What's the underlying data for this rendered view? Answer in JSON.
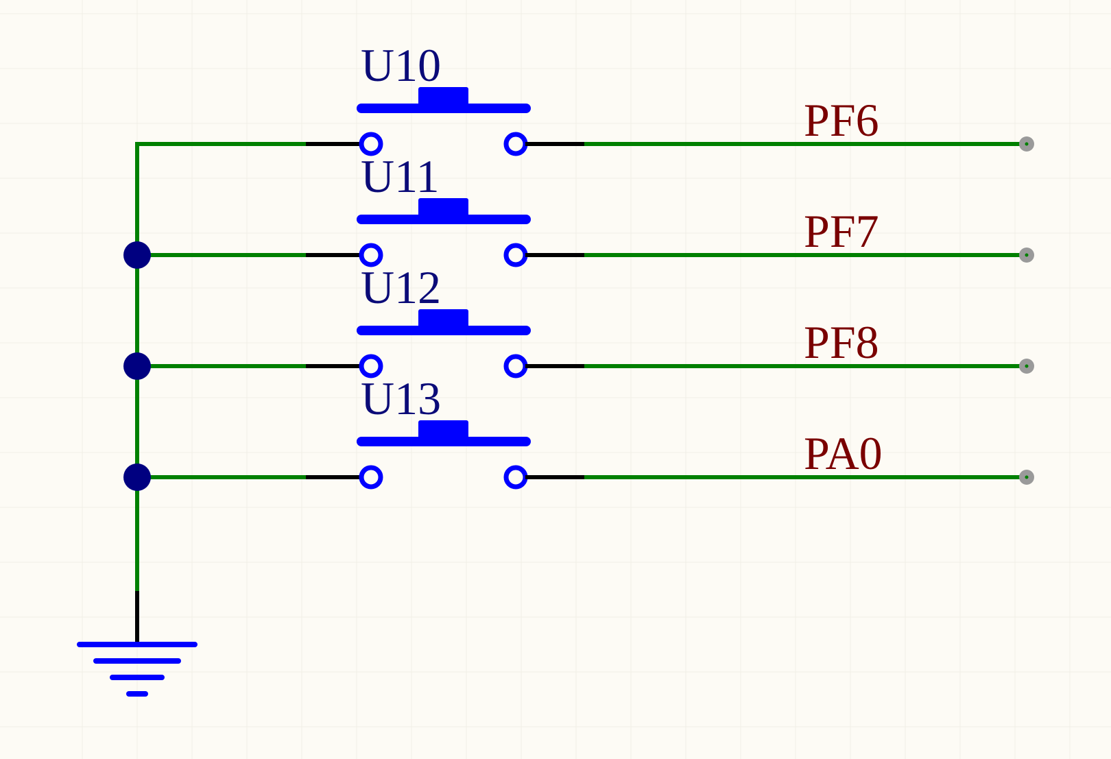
{
  "colors": {
    "background": "#fdfbf5",
    "grid": "#f1efe6",
    "wire": "#008000",
    "pin": "#000000",
    "symbol": "#0000ff",
    "junction": "#000080",
    "designator": "#0b0b78",
    "net_label": "#7a0000",
    "port_end": "#9a9a9a"
  },
  "switches": [
    {
      "designator": "U10",
      "net_label": "PF6"
    },
    {
      "designator": "U11",
      "net_label": "PF7"
    },
    {
      "designator": "U12",
      "net_label": "PF8"
    },
    {
      "designator": "U13",
      "net_label": "PA0"
    }
  ],
  "icons": {
    "switch": "push-button-switch-icon",
    "ground": "ground-symbol-icon",
    "junction": "junction-dot-icon"
  }
}
